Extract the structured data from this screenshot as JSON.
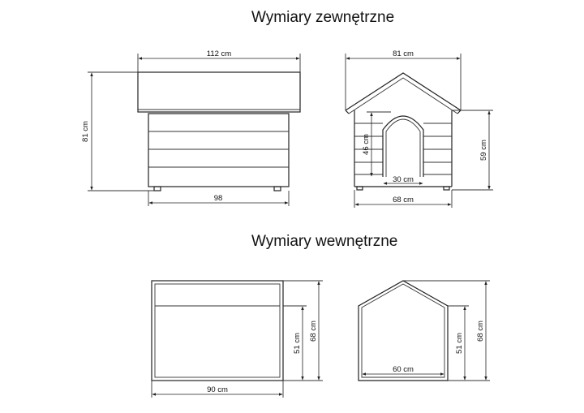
{
  "titles": {
    "external": "Wymiary zewnętrzne",
    "internal": "Wymiary wewnętrzne"
  },
  "external": {
    "side_view": {
      "width_roof": "112 cm",
      "height": "81 cm",
      "width_base": "98"
    },
    "front_view": {
      "width_roof": "81 cm",
      "door_height": "46 cm",
      "door_width": "30 cm",
      "wall_height": "59 cm",
      "width_base": "68 cm"
    }
  },
  "internal": {
    "side_view": {
      "wall_height": "51 cm",
      "height": "68 cm",
      "width": "90 cm"
    },
    "front_view": {
      "wall_height": "51 cm",
      "height": "68 cm",
      "width": "60 cm"
    }
  }
}
